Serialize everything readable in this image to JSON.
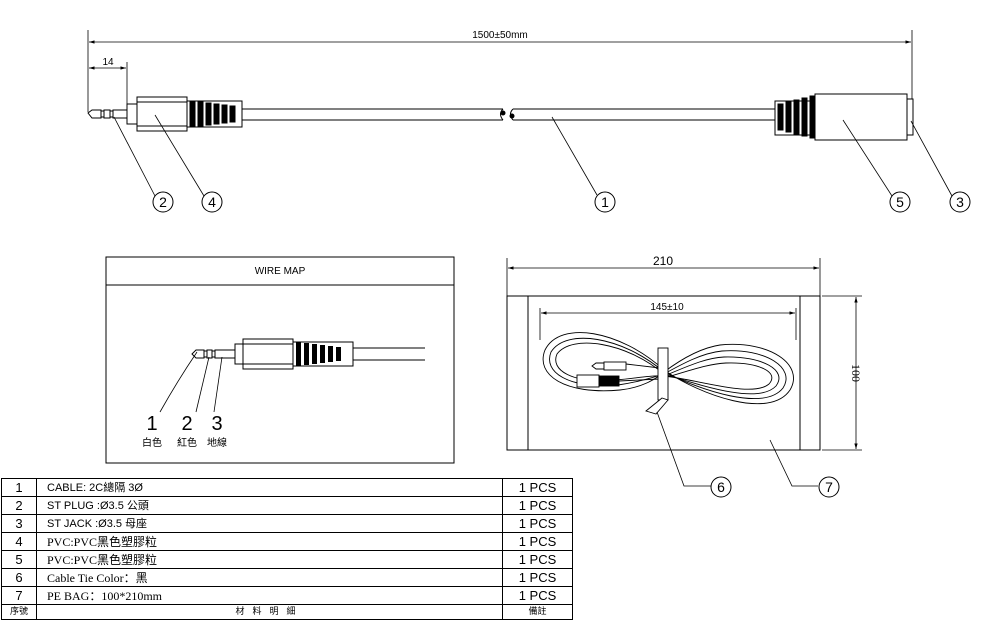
{
  "drawing": {
    "overall_length": "1500±50mm",
    "plug_length": "14",
    "callouts": [
      "1",
      "2",
      "3",
      "4",
      "5",
      "6",
      "7"
    ]
  },
  "wire_map": {
    "title": "WIRE MAP",
    "pins": [
      {
        "num": "1",
        "label": "白色"
      },
      {
        "num": "2",
        "label": "紅色"
      },
      {
        "num": "3",
        "label": "地線"
      }
    ]
  },
  "package": {
    "width": "210",
    "coil_width": "145±10",
    "height": "100"
  },
  "bom": {
    "rows": [
      {
        "no": "1",
        "desc": "CABLE: 2C總隔  3Ø",
        "qty": "1 PCS"
      },
      {
        "no": "2",
        "desc": "ST PLUG :Ø3.5  公頭",
        "qty": "1 PCS"
      },
      {
        "no": "3",
        "desc": "ST JACK :Ø3.5  母座",
        "qty": "1 PCS"
      },
      {
        "no": "4",
        "desc": "PVC:PVC黑色塑膠粒",
        "qty": "1 PCS"
      },
      {
        "no": "5",
        "desc": "PVC:PVC黑色塑膠粒",
        "qty": "1 PCS"
      },
      {
        "no": "6",
        "desc": "Cable Tie    Color：黑",
        "qty": "1 PCS"
      },
      {
        "no": "7",
        "desc": "PE BAG：100*210mm",
        "qty": "1 PCS"
      }
    ],
    "header": {
      "no": "序號",
      "desc": "材料明細",
      "qty": "備註"
    }
  }
}
